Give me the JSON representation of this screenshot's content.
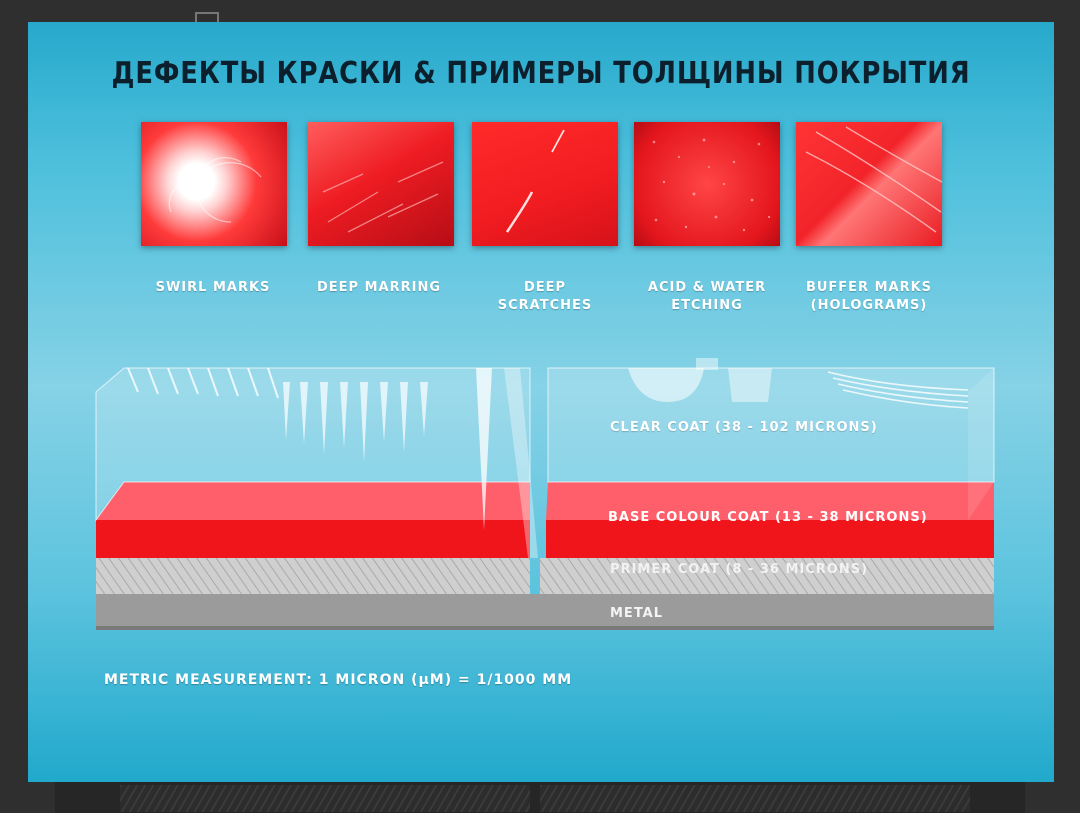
{
  "title": "ДЕФЕКТЫ КРАСКИ & ПРИМЕРЫ ТОЛЩИНЫ ПОКРЫТИЯ",
  "defects": [
    {
      "caption": "SWIRL MARKS"
    },
    {
      "caption": "DEEP MARRING"
    },
    {
      "caption": "DEEP\nSCRATCHES"
    },
    {
      "caption": "ACID & WATER\nETCHING"
    },
    {
      "caption": "BUFFER MARKS\n(HOLOGRAMS)"
    }
  ],
  "layers": {
    "clear": "CLEAR COAT (38 - 102 MICRONS)",
    "base": "BASE COLOUR COAT (13 - 38 MICRONS)",
    "primer": "PRIMER COAT (8 - 36 MICRONS)",
    "metal": "METAL"
  },
  "footnote": "METRIC MEASUREMENT: 1 MICRON (µM) = 1/1000 MM",
  "colors": {
    "panel_top": "#27a9cb",
    "paint_red": "#f0141b",
    "primer_grey": "#c9c9c9",
    "metal_grey": "#9b9b9b",
    "title_text": "#0c1f2c"
  }
}
